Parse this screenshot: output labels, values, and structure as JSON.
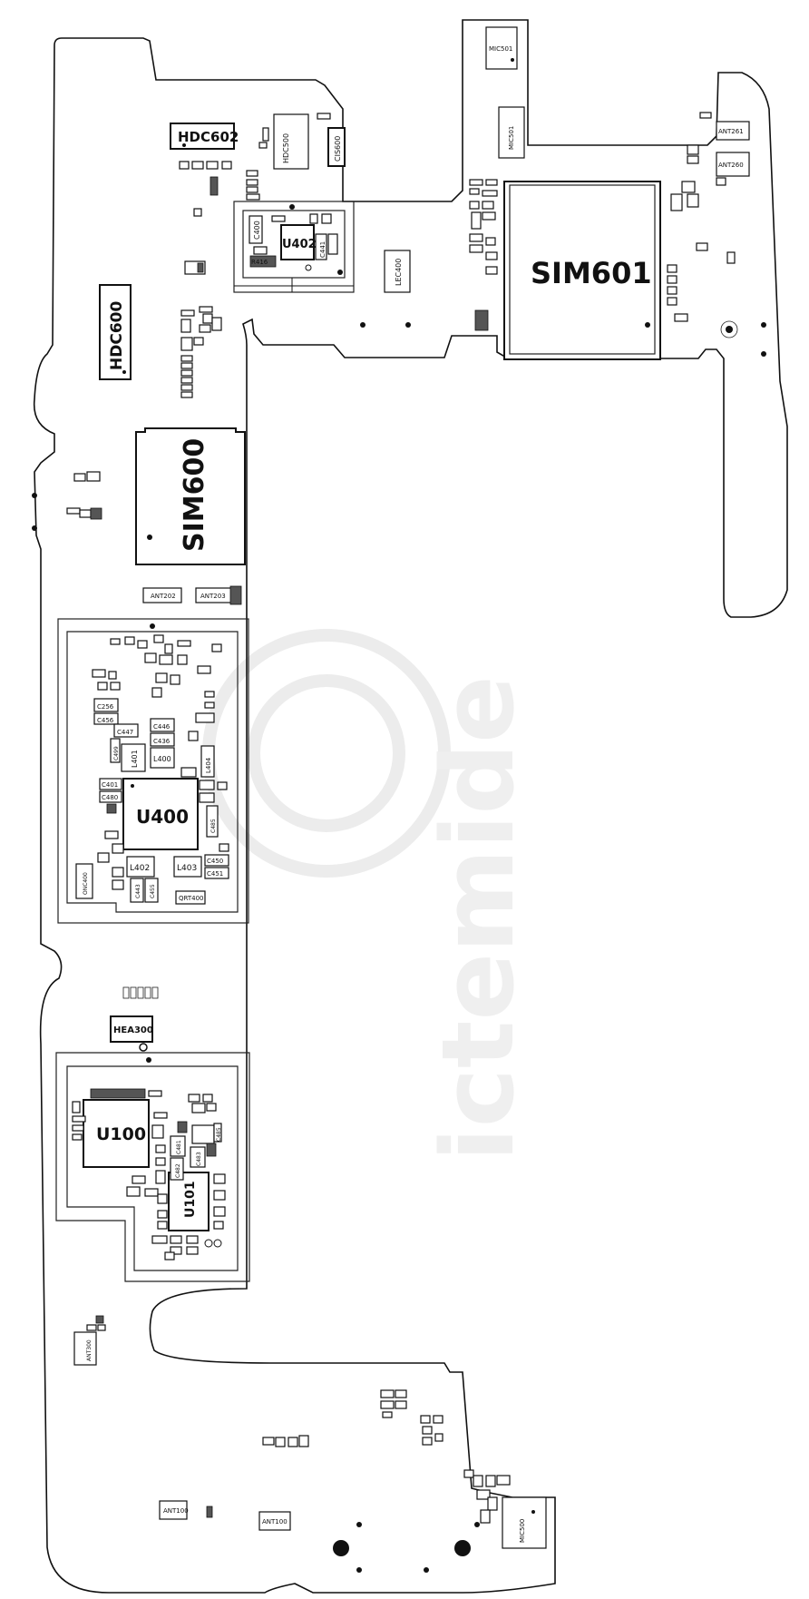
{
  "watermark": {
    "text": "ictemide"
  },
  "shape_labels": {
    "sim601": "SIM601",
    "sim600": "SIM600",
    "u400": "U400",
    "u100": "U100",
    "u101": "U101",
    "u402": "U402",
    "hdc600": "HDC600",
    "hdc602": "HDC602",
    "hdc500": "HDC500",
    "cis600": "CIS600",
    "lec400": "LEC400",
    "mic501": "MIC501",
    "mic500": "MIC500",
    "hea300": "HEA300",
    "ant261": "ANT261",
    "ant260": "ANT260",
    "ant202": "ANT202",
    "ant203": "ANT203",
    "ant300": "ANT300",
    "ant100": "ANT100",
    "ant100b": "ANT100",
    "qrt400": "QRT400",
    "c400": "C400",
    "c441": "C441",
    "r416": "R416",
    "l401": "L401",
    "l400": "L400",
    "l402": "L402",
    "l403": "L403",
    "l404": "L404",
    "c447": "C447",
    "c446": "C446",
    "c436": "C436",
    "c256": "C256",
    "c456": "C456",
    "c401": "C401",
    "c480": "C480",
    "c450": "C450",
    "c451": "C451",
    "c443": "C443",
    "c455": "C455",
    "c485": "C485",
    "c483": "C483",
    "c481": "C481",
    "c482": "C482",
    "c499": "C499",
    "onc400": "ONC400"
  },
  "colors": {
    "stroke": "#111111",
    "background": "#ffffff",
    "dark_pad": "#555555",
    "watermark": "#ececec"
  }
}
